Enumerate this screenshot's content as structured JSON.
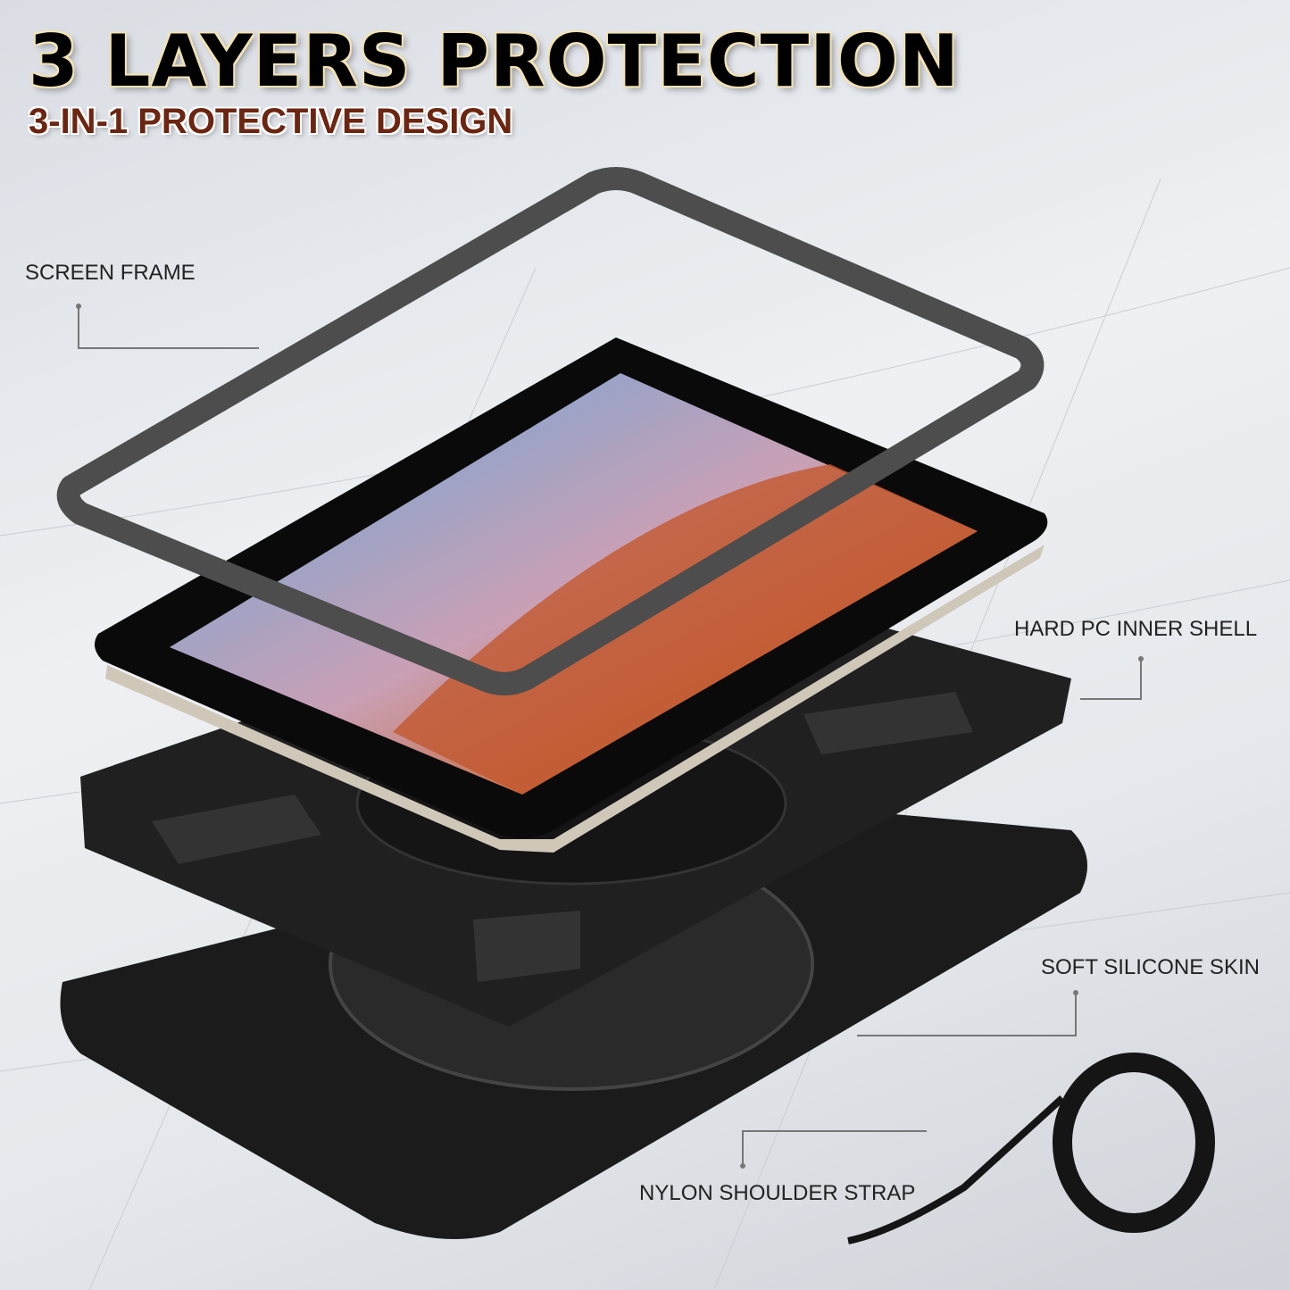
{
  "header": {
    "title": "3 LAYERS PROTECTION",
    "subtitle": "3-IN-1 PROTECTIVE DESIGN"
  },
  "callouts": [
    {
      "label": "SCREEN FRAME"
    },
    {
      "label": "HARD PC INNER SHELL"
    },
    {
      "label": "SOFT SILICONE SKIN"
    },
    {
      "label": "NYLON SHOULDER STRAP"
    }
  ],
  "colors": {
    "title": "#000000",
    "title_outline": "#f3e3b5",
    "subtitle": "#6b2510",
    "case": "#1a1a1a",
    "frame": "#555555"
  }
}
